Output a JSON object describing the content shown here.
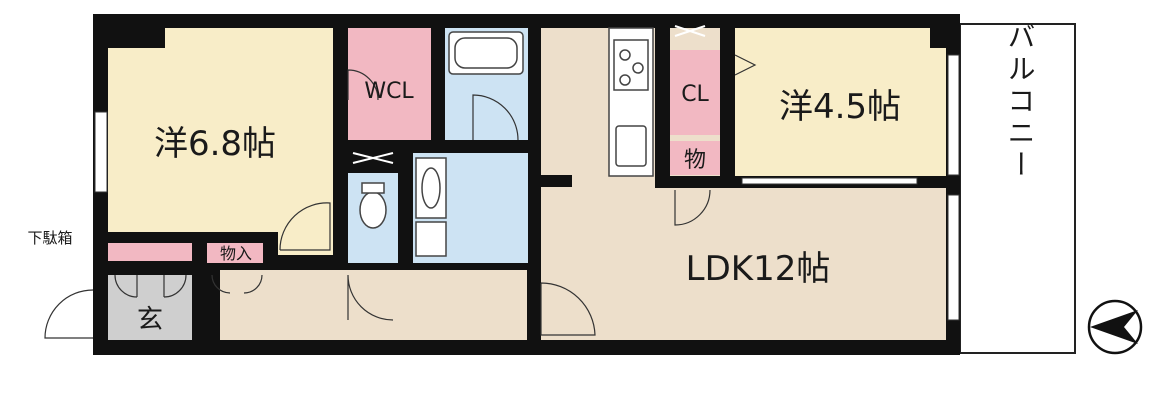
{
  "rooms": {
    "western_room_1": "洋6.8帖",
    "western_room_2": "洋4.5帖",
    "ldk": "LDK12帖",
    "walk_in_closet": "WCL",
    "closet": "CL",
    "storage": "物",
    "storage_in": "物入",
    "entrance": "玄",
    "shoe_box": "下駄箱",
    "balcony": "バルコニー"
  },
  "colors": {
    "wall": "#111111",
    "bedroom": "#f8edc8",
    "ldk": "#eddfcb",
    "wet_area": "#cde3f3",
    "closet": "#f2b8c2",
    "entrance": "#cfcfcf",
    "hall": "#eddfcb"
  }
}
